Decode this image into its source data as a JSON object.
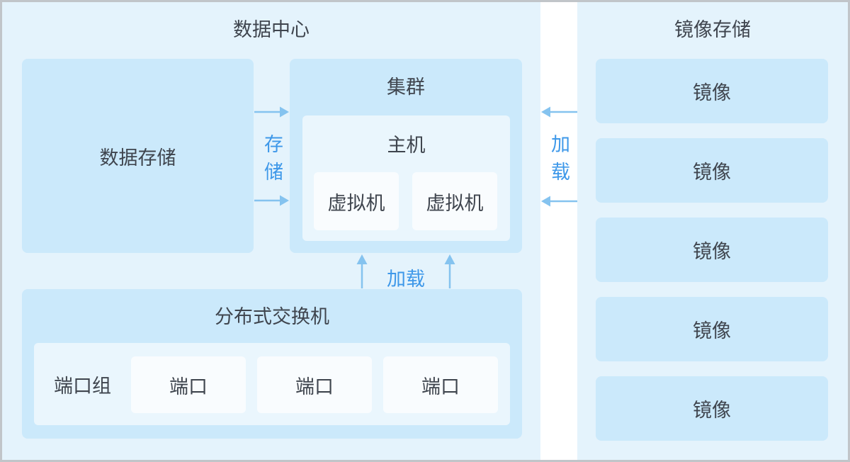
{
  "diagram": {
    "datacenter": {
      "title": "数据中心",
      "data_storage": {
        "label": "数据存储"
      },
      "cluster": {
        "title": "集群",
        "host": {
          "title": "主机",
          "vms": [
            "虚拟机",
            "虚拟机"
          ]
        }
      },
      "switch": {
        "title": "分布式交换机",
        "port_group_label": "端口组",
        "ports": [
          "端口",
          "端口",
          "端口"
        ]
      }
    },
    "image_storage": {
      "title": "镜像存储",
      "images": [
        "镜像",
        "镜像",
        "镜像",
        "镜像",
        "镜像"
      ]
    },
    "edges": {
      "storage_label": "存储",
      "load_label_right": "加载",
      "load_label_bottom": "加载"
    },
    "colors": {
      "panel_bg": "#e4f3fc",
      "box_medium": "#cbe9fb",
      "box_light": "#eaf6fd",
      "box_white": "#f9fcfe",
      "arrow_blue": "#85c3ef",
      "label_blue": "#3e98e9",
      "label_dark": "#3f454e",
      "gap_white": "#ffffff",
      "border_gray": "#c1c5c9"
    }
  }
}
